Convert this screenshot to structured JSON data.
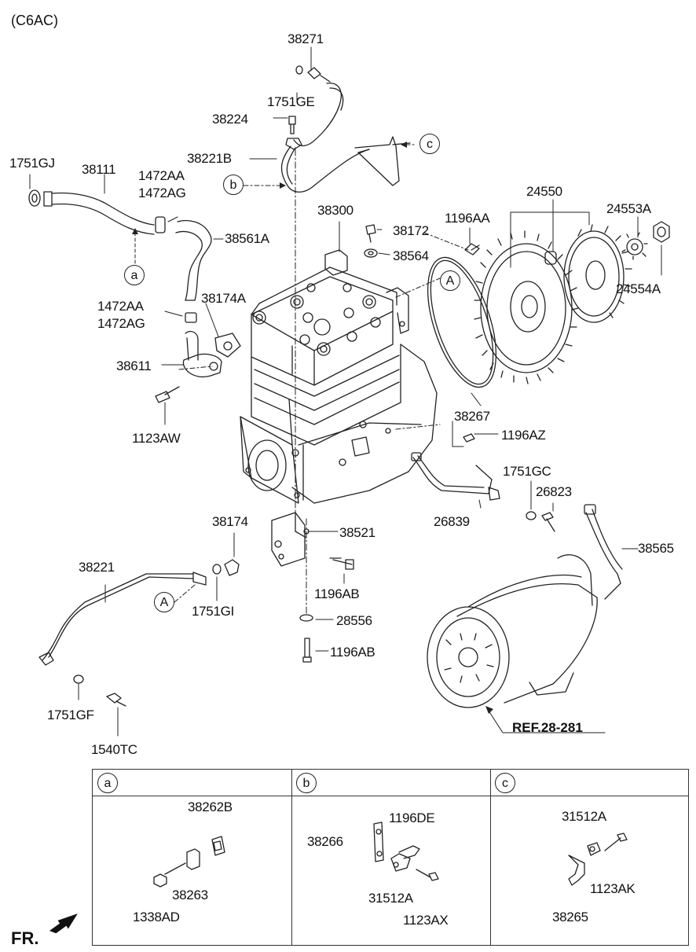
{
  "model_code": "(C6AC)",
  "reference": "REF.28-281",
  "front_marker": "FR.",
  "callout_markers": {
    "a": "a",
    "b": "b",
    "c": "c",
    "A1": "A",
    "A2": "A"
  },
  "part_labels": {
    "p38271": "38271",
    "p1751GE": "1751GE",
    "p38224": "38224",
    "p38221B": "38221B",
    "p1751GJ": "1751GJ",
    "p38111": "38111",
    "p1472AA_1": "1472AA",
    "p1472AG_1": "1472AG",
    "p38561A": "38561A",
    "p38300": "38300",
    "p38172": "38172",
    "p1196AA": "1196AA",
    "p38564": "38564",
    "p24550": "24550",
    "p24553A": "24553A",
    "p24554A": "24554A",
    "p1472AA_2": "1472AA",
    "p1472AG_2": "1472AG",
    "p38174A": "38174A",
    "p38611": "38611",
    "p1123AW": "1123AW",
    "p38267": "38267",
    "p1196AZ": "1196AZ",
    "p1751GC": "1751GC",
    "p26823": "26823",
    "p26839": "26839",
    "p38174": "38174",
    "p38521": "38521",
    "p38221": "38221",
    "p38565": "38565",
    "p1196AB_1": "1196AB",
    "p1751GI": "1751GI",
    "p28556": "28556",
    "p1196AB_2": "1196AB",
    "p1751GF": "1751GF",
    "p1540TC": "1540TC"
  },
  "legend": {
    "headers": [
      "a",
      "b",
      "c"
    ],
    "a": {
      "p38262B": "38262B",
      "p38263": "38263",
      "p1338AD": "1338AD"
    },
    "b": {
      "p38266": "38266",
      "p1196DE": "1196DE",
      "p31512A": "31512A",
      "p1123AX": "1123AX"
    },
    "c": {
      "p31512A": "31512A",
      "p1123AK": "1123AK",
      "p38265": "38265"
    }
  }
}
